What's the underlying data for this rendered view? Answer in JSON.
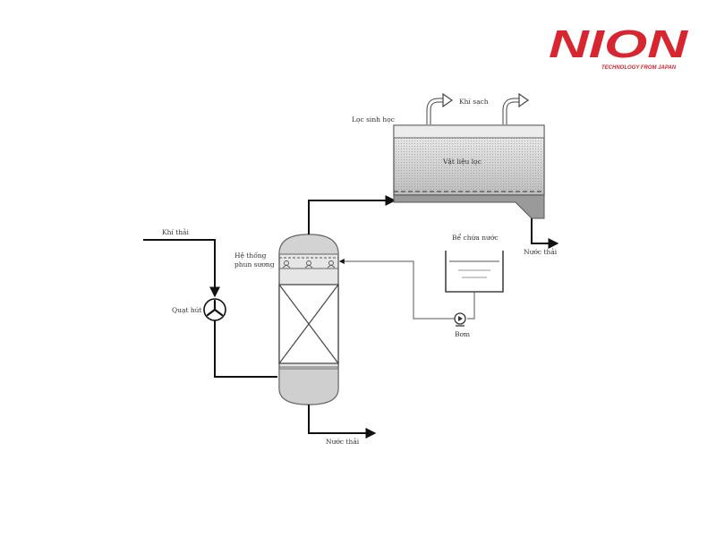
{
  "logo": {
    "brand": "NION",
    "tagline": "TECHNOLOGY FROM JAPAN",
    "color": "#d7262f"
  },
  "labels": {
    "exhaust_gas": "Khí thải",
    "suction_fan": "Quạt hút",
    "spray_system_line1": "Hệ thống",
    "spray_system_line2": "phun sương",
    "biofilter": "Lọc sinh học",
    "clean_gas": "Khí sạch",
    "filter_material": "Vật liệu lọc",
    "water_tank": "Bể chứa nước",
    "pump": "Bơm",
    "wastewater_scrubber": "Nước thải",
    "wastewater_biofilter": "Nước thải"
  },
  "colors": {
    "pipe": "#111111",
    "vessel_fill": "#e6e6e6",
    "vessel_stroke": "#666666",
    "filter_media": "#bdbdbd",
    "filter_base": "#9a9a9a"
  }
}
